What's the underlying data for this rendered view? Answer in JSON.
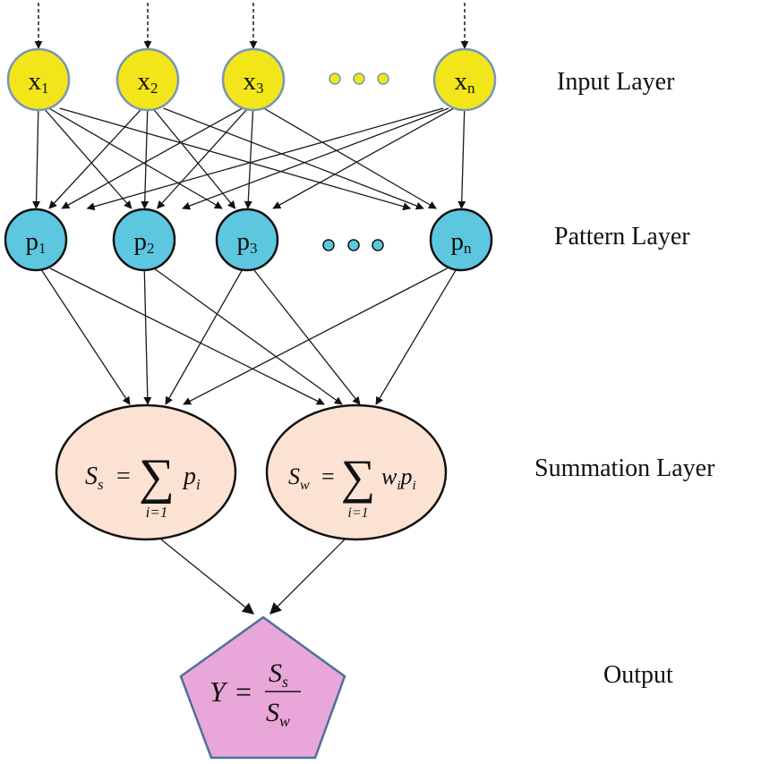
{
  "colors": {
    "input_fill": "#f2e61a",
    "input_stroke": "#7a95b8",
    "pattern_fill": "#5ec7e0",
    "pattern_stroke": "#111111",
    "summation_fill": "#fbe2d3",
    "summation_stroke": "#111111",
    "output_fill": "#e9a6d8",
    "output_stroke": "#4f6f9b",
    "ellipsis_input_fill": "#f2e61a",
    "ellipsis_pattern_fill": "#5ec7e0"
  },
  "layers": {
    "input": "Input Layer",
    "pattern": "Pattern Layer",
    "summation": "Summation Layer",
    "output": "Output"
  },
  "input_nodes": [
    {
      "base": "x",
      "sub": "1"
    },
    {
      "base": "x",
      "sub": "2"
    },
    {
      "base": "x",
      "sub": "3"
    },
    {
      "base": "x",
      "sub": "n"
    }
  ],
  "pattern_nodes": [
    {
      "base": "p",
      "sub": "1"
    },
    {
      "base": "p",
      "sub": "2"
    },
    {
      "base": "p",
      "sub": "3"
    },
    {
      "base": "p",
      "sub": "n"
    }
  ],
  "summation": {
    "ss": {
      "lhs": "S",
      "lhs_sub": "s",
      "eq": "=",
      "sum": "∑",
      "idx": "i=1",
      "term": "p",
      "term_sub": "i"
    },
    "sw": {
      "lhs": "S",
      "lhs_sub": "w",
      "eq": "=",
      "sum": "∑",
      "idx": "i=1",
      "term1": "w",
      "term1_sub": "i",
      "term2": "p",
      "term2_sub": "i"
    }
  },
  "output_formula": {
    "lhs": "Y",
    "eq": "=",
    "num": "S",
    "num_sub": "s",
    "den": "S",
    "den_sub": "w"
  }
}
